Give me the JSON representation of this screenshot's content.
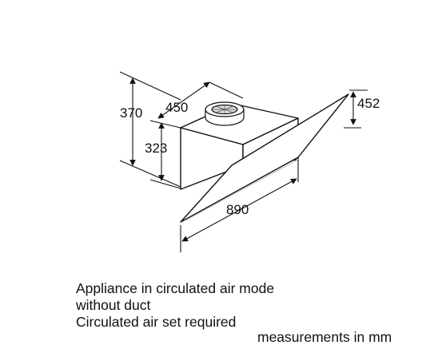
{
  "dimensions": {
    "total_height": "370",
    "top_width": "450",
    "body_height": "323",
    "glass_depth": "452",
    "overall_width": "890"
  },
  "caption": {
    "line1": "Appliance in circulated air mode",
    "line2": "without duct",
    "line3": "Circulated air set required"
  },
  "units_note": "measurements in mm",
  "colors": {
    "line": "#111111",
    "fill": "#ffffff",
    "glass_edge": "#bfbfbf"
  },
  "icons": [
    "dimension-arrow",
    "fan-outlet"
  ]
}
